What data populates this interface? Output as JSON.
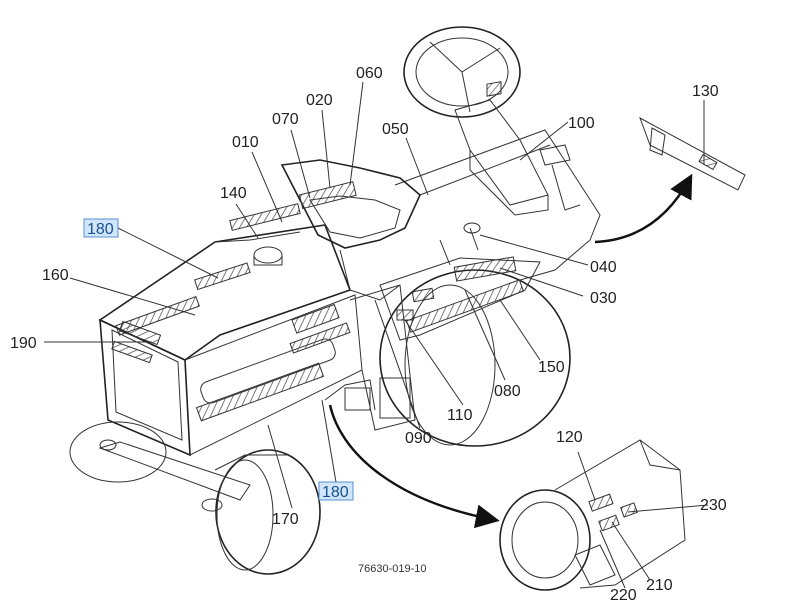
{
  "drawing_code": "76630-019-10",
  "callouts": {
    "c010": "010",
    "c020": "020",
    "c030": "030",
    "c040": "040",
    "c050": "050",
    "c060": "060",
    "c070": "070",
    "c080": "080",
    "c090": "090",
    "c100": "100",
    "c110": "110",
    "c120": "120",
    "c130": "130",
    "c140": "140",
    "c150": "150",
    "c160": "160",
    "c170": "170",
    "c180a": "180",
    "c180b": "180",
    "c190": "190",
    "c210": "210",
    "c220": "220",
    "c230": "230"
  },
  "colors": {
    "highlight_fill": "#cfe6fb",
    "highlight_stroke": "#5a8fd1",
    "line": "#333333"
  }
}
